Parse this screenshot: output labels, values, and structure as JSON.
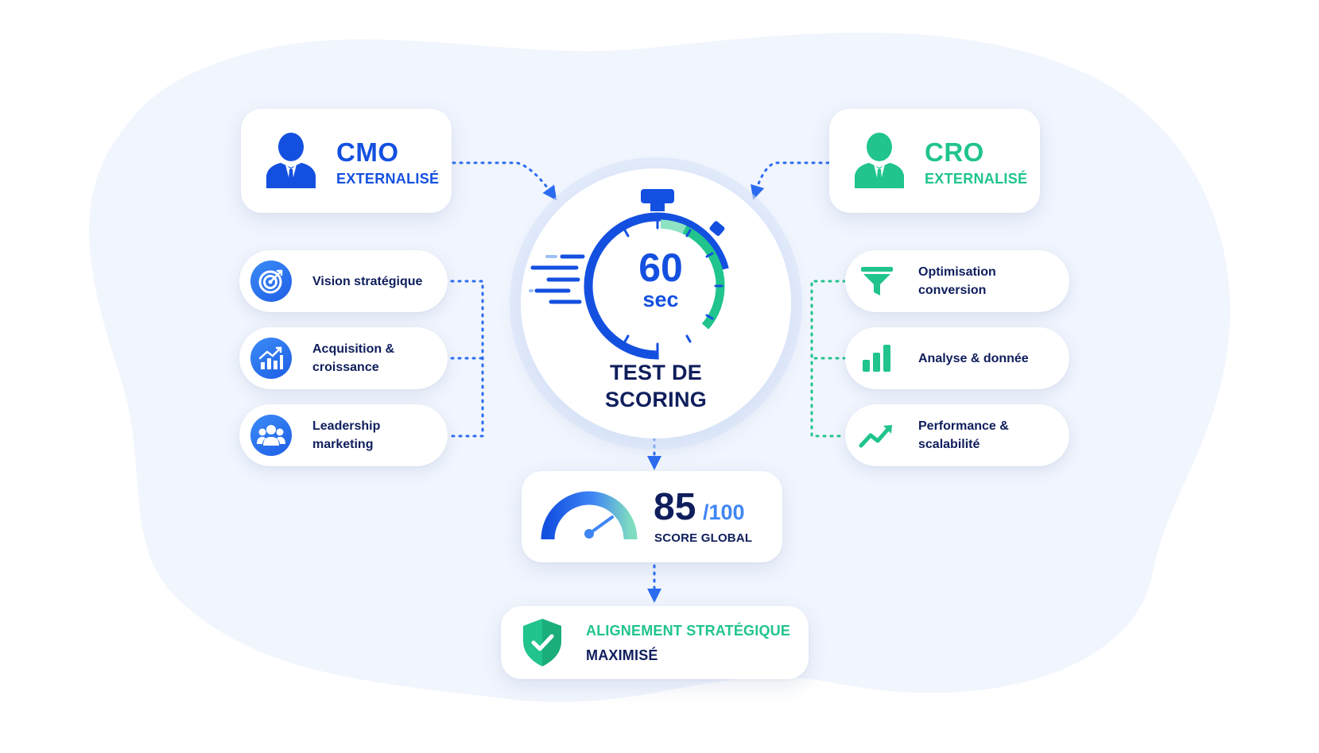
{
  "colors": {
    "blue": "#1450e0",
    "blue_light": "#3f86f4",
    "green": "#20c48c",
    "navy": "#0f1e5c",
    "background_blob": "#f1f5fd"
  },
  "cmo": {
    "title": "CMO",
    "subtitle": "EXTERNALISÉ",
    "icon": "person-icon"
  },
  "cro": {
    "title": "CRO",
    "subtitle": "EXTERNALISÉ",
    "icon": "person-icon"
  },
  "timer": {
    "value": "60",
    "unit": "sec",
    "title_line1": "TEST DE",
    "title_line2": "SCORING",
    "icon": "stopwatch-icon"
  },
  "left_items": [
    {
      "line1": "Vision stratégique",
      "line2": "",
      "icon": "target-icon"
    },
    {
      "line1": "Acquisition &",
      "line2": "croissance",
      "icon": "growth-chart-icon"
    },
    {
      "line1": "Leadership",
      "line2": "marketing",
      "icon": "team-icon"
    }
  ],
  "right_items": [
    {
      "line1": "Optimisation",
      "line2": "conversion",
      "icon": "funnel-icon"
    },
    {
      "line1": "Analyse & donnée",
      "line2": "",
      "icon": "bar-chart-icon"
    },
    {
      "line1": "Performance &",
      "line2": "scalabilité",
      "icon": "trend-up-icon"
    }
  ],
  "score": {
    "value": "85",
    "max": "/100",
    "label": "SCORE GLOBAL",
    "icon": "gauge-icon",
    "gauge_fraction": 0.85
  },
  "result": {
    "line1": "ALIGNEMENT STRATÉGIQUE",
    "line2": "MAXIMISÉ",
    "icon": "shield-check-icon"
  }
}
